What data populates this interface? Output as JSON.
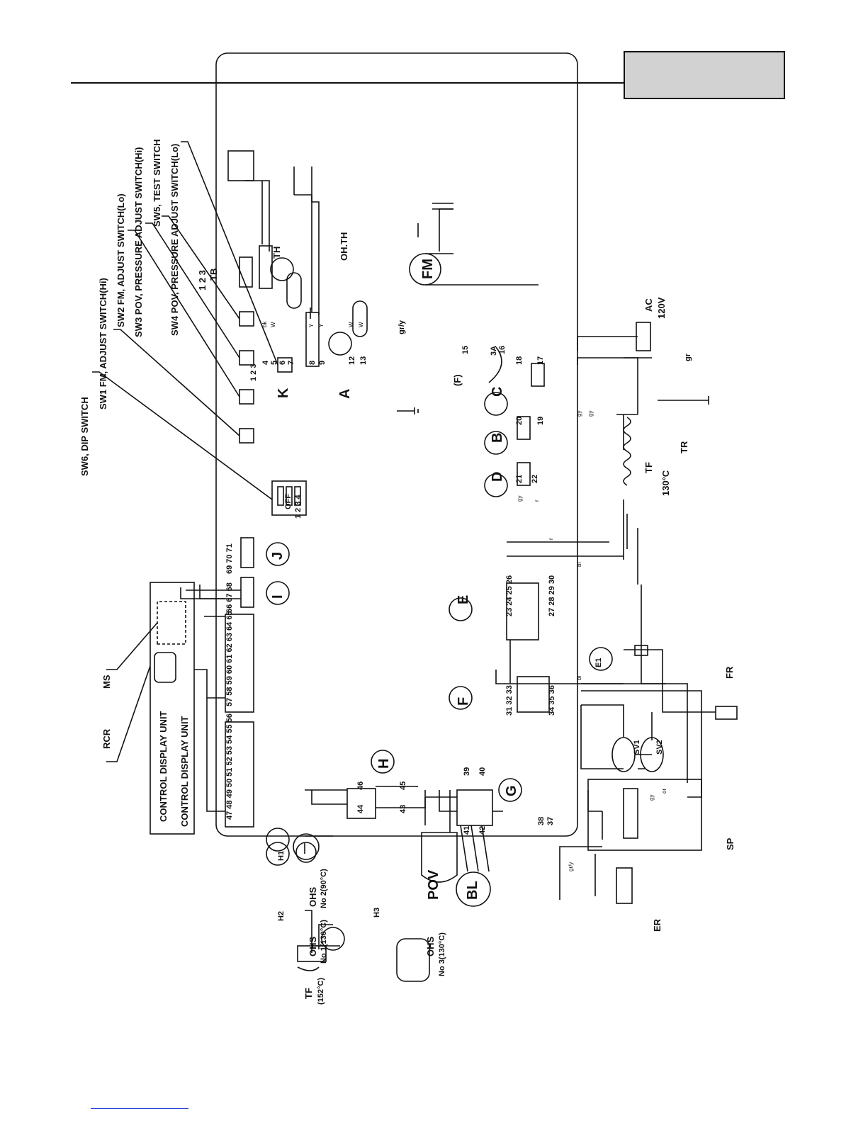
{
  "header": {
    "box_fill": "#d2d2d2"
  },
  "diagram": {
    "switch_labels": [
      "SW6, DIP SWITCH",
      "SW1 FM, ADJUST SWITCH(Hi)",
      "SW2 FM, ADJUST SWITCH(Lo)",
      "SW3 POV, PRESSURE ADJUST SWITCH(Hi)",
      "SW5, TEST SWITCH",
      "SW4 POV, PRESSURE ADJUST SWITCH(Lo)"
    ],
    "control_display_unit": "CONTROL DISPLAY UNIT",
    "rcr": "RCR",
    "ms": "MS",
    "tb": "TB",
    "tb_pins": "1 2 3",
    "th": "TH",
    "ohth": "OH.TH",
    "fm": "FM",
    "ac": "AC",
    "voltage": "120V",
    "fuse": "(F)",
    "fuse_rating": "3A",
    "tf_mid": "TF",
    "tf_mid_temp": "130°C",
    "tr": "TR",
    "fr": "FR",
    "sp": "SP",
    "er": "ER",
    "pov": "POV",
    "bl": "BL",
    "sv1": "SV1",
    "sv2": "SV2",
    "h1": "H1",
    "h2": "H2",
    "h3": "H3",
    "ohs": "OHS",
    "ohs_no2": "No 2(90°C)",
    "ohs_no1": "No 1(130°C)",
    "ohs_no3": "No 3(130°C)",
    "tf_left": "TF",
    "tf_left_temp": "(152°C)",
    "dip_off": "OFF",
    "dip_numbers": "1 2 3 4",
    "connectors": {
      "A": "A",
      "B": "B",
      "C": "C",
      "D": "D",
      "E": "E",
      "E1": "E1",
      "F": "F",
      "G": "G",
      "H": "H",
      "I": "I",
      "J": "J",
      "K": "K"
    },
    "terminals": {
      "t1_3": "1 2 3",
      "t4": "4",
      "t5": "5",
      "t6": "6",
      "t7": "7",
      "t8": "8",
      "t9": "9",
      "t12": "12",
      "t13": "13",
      "t15": "15",
      "t16": "16",
      "t17": "17",
      "t18": "18",
      "t19": "19",
      "t20": "20",
      "t21": "21",
      "t22": "22",
      "e_top": "23 24 25 26",
      "e_bot": "27 28 29 30",
      "f_top": "31 32 33",
      "f_bot": "34 35 36",
      "t37": "37",
      "t38": "38",
      "t39": "39",
      "t40": "40",
      "t41": "41",
      "t42": "42",
      "t43": "43",
      "t44": "44",
      "t45": "45",
      "t46": "46",
      "row_a": "47 48 49 50 51 52 53 54 55 56",
      "row_b": "57 58 59 60 61 62 63 64 65",
      "row_i": "66 67 68",
      "row_j": "69 70 71"
    },
    "wire_codes": {
      "bk": "bk",
      "w": "W",
      "y": "Y",
      "r": "r",
      "gy": "gy",
      "bl": "bl",
      "or": "or",
      "gr": "gr",
      "gry": "gr/y"
    }
  }
}
